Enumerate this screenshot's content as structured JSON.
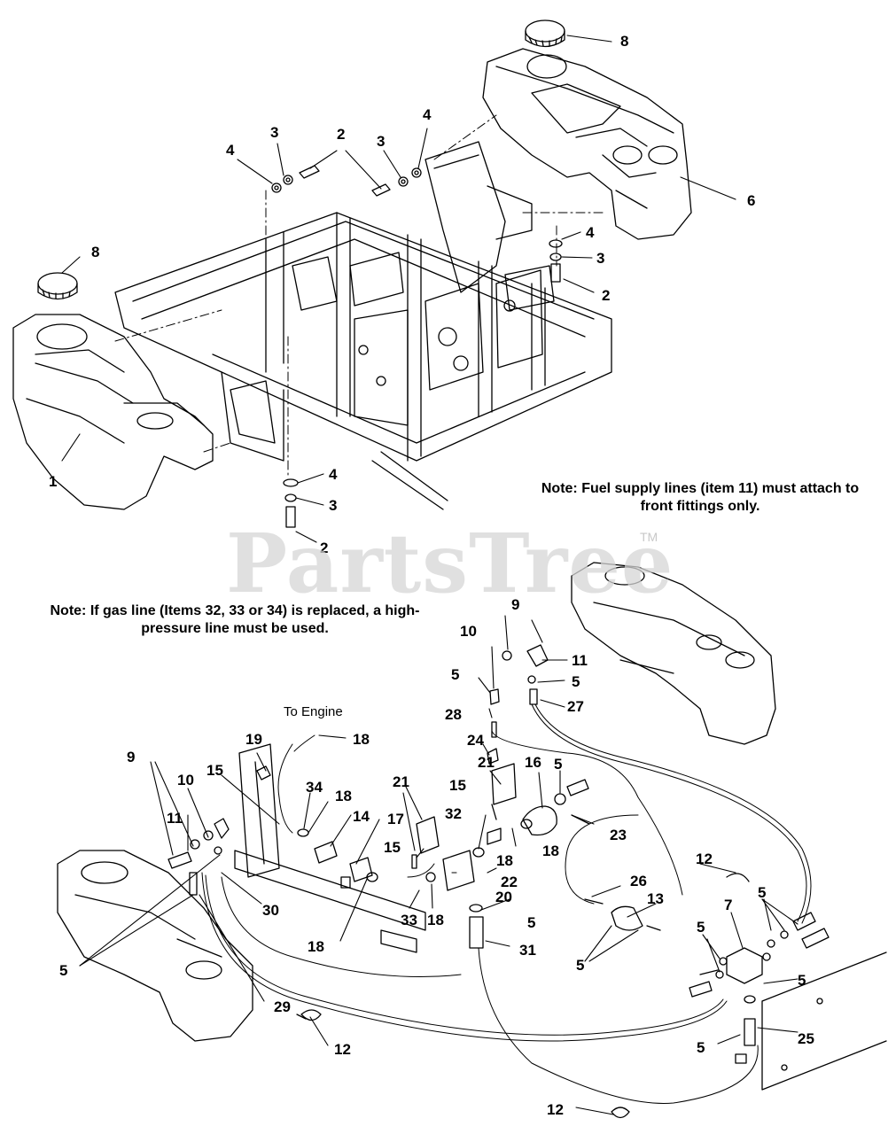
{
  "notes": {
    "fuel_supply": "Note: Fuel supply lines (item 11) must attach to front fittings only.",
    "gas_line": "Note: If gas line (Items 32, 33 or 34) is replaced, a high-pressure line must be used."
  },
  "labels": {
    "to_engine": "To Engine"
  },
  "watermark": {
    "text": "PartsTree",
    "tm": "TM"
  },
  "callouts": [
    {
      "id": "c-8-top",
      "num": "8"
    },
    {
      "id": "c-4-a",
      "num": "4"
    },
    {
      "id": "c-3-a",
      "num": "3"
    },
    {
      "id": "c-2-a",
      "num": "2"
    },
    {
      "id": "c-3-b",
      "num": "3"
    },
    {
      "id": "c-4-b",
      "num": "4"
    },
    {
      "id": "c-6",
      "num": "6"
    },
    {
      "id": "c-4-c",
      "num": "4"
    },
    {
      "id": "c-3-c",
      "num": "3"
    },
    {
      "id": "c-2-c",
      "num": "2"
    },
    {
      "id": "c-8-left",
      "num": "8"
    },
    {
      "id": "c-1",
      "num": "1"
    },
    {
      "id": "c-4-d",
      "num": "4"
    },
    {
      "id": "c-3-d",
      "num": "3"
    },
    {
      "id": "c-2-d",
      "num": "2"
    },
    {
      "id": "c-9-a",
      "num": "9"
    },
    {
      "id": "c-10-a",
      "num": "10"
    },
    {
      "id": "c-11-a",
      "num": "11"
    },
    {
      "id": "c-5-a",
      "num": "5"
    },
    {
      "id": "c-5-b",
      "num": "5"
    },
    {
      "id": "c-28",
      "num": "28"
    },
    {
      "id": "c-27",
      "num": "27"
    },
    {
      "id": "c-18-a",
      "num": "18"
    },
    {
      "id": "c-19",
      "num": "19"
    },
    {
      "id": "c-24",
      "num": "24"
    },
    {
      "id": "c-21-a",
      "num": "21"
    },
    {
      "id": "c-16",
      "num": "16"
    },
    {
      "id": "c-5-c",
      "num": "5"
    },
    {
      "id": "c-9-b",
      "num": "9"
    },
    {
      "id": "c-10-b",
      "num": "10"
    },
    {
      "id": "c-15-a",
      "num": "15"
    },
    {
      "id": "c-34",
      "num": "34"
    },
    {
      "id": "c-18-b",
      "num": "18"
    },
    {
      "id": "c-21-b",
      "num": "21"
    },
    {
      "id": "c-15-b",
      "num": "15"
    },
    {
      "id": "c-11-b",
      "num": "11"
    },
    {
      "id": "c-14",
      "num": "14"
    },
    {
      "id": "c-17",
      "num": "17"
    },
    {
      "id": "c-32",
      "num": "32"
    },
    {
      "id": "c-18-c",
      "num": "18"
    },
    {
      "id": "c-23",
      "num": "23"
    },
    {
      "id": "c-15-c",
      "num": "15"
    },
    {
      "id": "c-18-d",
      "num": "18"
    },
    {
      "id": "c-22",
      "num": "22"
    },
    {
      "id": "c-12-a",
      "num": "12"
    },
    {
      "id": "c-26",
      "num": "26"
    },
    {
      "id": "c-13",
      "num": "13"
    },
    {
      "id": "c-7",
      "num": "7"
    },
    {
      "id": "c-5-d",
      "num": "5"
    },
    {
      "id": "c-30",
      "num": "30"
    },
    {
      "id": "c-20",
      "num": "20"
    },
    {
      "id": "c-33",
      "num": "33"
    },
    {
      "id": "c-18-e",
      "num": "18"
    },
    {
      "id": "c-5-e",
      "num": "5"
    },
    {
      "id": "c-18-f",
      "num": "18"
    },
    {
      "id": "c-31",
      "num": "31"
    },
    {
      "id": "c-5-f",
      "num": "5"
    },
    {
      "id": "c-5-g",
      "num": "5"
    },
    {
      "id": "c-5-h",
      "num": "5"
    },
    {
      "id": "c-5-i",
      "num": "5"
    },
    {
      "id": "c-29",
      "num": "29"
    },
    {
      "id": "c-25",
      "num": "25"
    },
    {
      "id": "c-5-j",
      "num": "5"
    },
    {
      "id": "c-12-b",
      "num": "12"
    },
    {
      "id": "c-12-c",
      "num": "12"
    }
  ]
}
